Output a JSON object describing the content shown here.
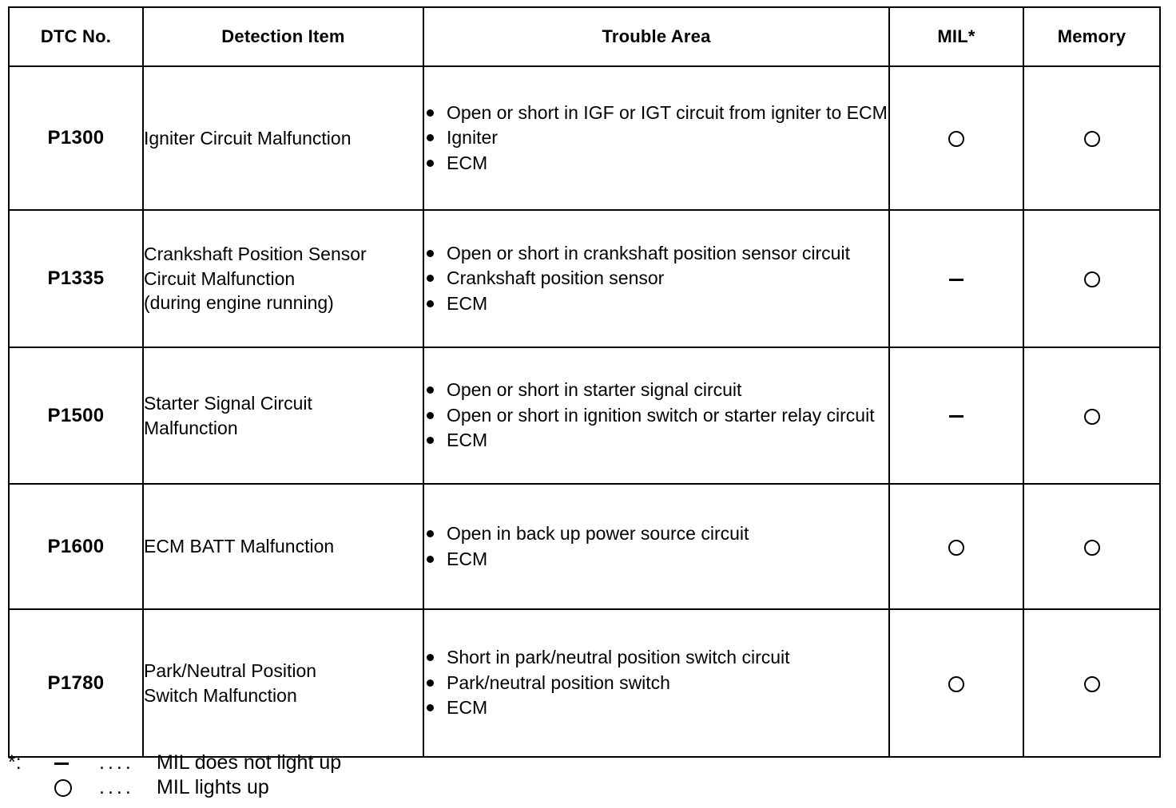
{
  "table": {
    "columns": [
      {
        "key": "dtc",
        "label": "DTC No."
      },
      {
        "key": "detection",
        "label": "Detection Item"
      },
      {
        "key": "trouble",
        "label": "Trouble Area"
      },
      {
        "key": "mil",
        "label": "MIL*"
      },
      {
        "key": "memory",
        "label": "Memory"
      }
    ],
    "rows": [
      {
        "dtc": "P1300",
        "detection_lines": [
          "Igniter Circuit Malfunction"
        ],
        "trouble_items": [
          "Open or short in IGF or IGT circuit from igniter to ECM",
          "Igniter",
          "ECM"
        ],
        "mil": "circle",
        "memory": "circle"
      },
      {
        "dtc": "P1335",
        "detection_lines": [
          "Crankshaft Position Sensor",
          "Circuit Malfunction",
          "(during engine running)"
        ],
        "trouble_items": [
          "Open or short in crankshaft position sensor circuit",
          "Crankshaft position sensor",
          "ECM"
        ],
        "mil": "dash",
        "memory": "circle"
      },
      {
        "dtc": "P1500",
        "detection_lines": [
          "Starter Signal Circuit",
          "Malfunction"
        ],
        "trouble_items": [
          "Open or short in starter signal circuit",
          "Open or short in ignition switch or starter relay circuit",
          "ECM"
        ],
        "mil": "dash",
        "memory": "circle"
      },
      {
        "dtc": "P1600",
        "detection_lines": [
          "ECM BATT Malfunction"
        ],
        "trouble_items": [
          "Open in back up power source circuit",
          "ECM"
        ],
        "mil": "circle",
        "memory": "circle"
      },
      {
        "dtc": "P1780",
        "detection_lines": [
          "Park/Neutral Position",
          "Switch Malfunction"
        ],
        "trouble_items": [
          "Short in park/neutral position switch circuit",
          "Park/neutral position switch",
          "ECM"
        ],
        "mil": "circle",
        "memory": "circle"
      }
    ]
  },
  "footnote": {
    "marker": "*:",
    "dots": "....",
    "lines": [
      {
        "symbol": "dash",
        "text": "MIL does not light up"
      },
      {
        "symbol": "circle",
        "text": "MIL lights up"
      }
    ]
  }
}
